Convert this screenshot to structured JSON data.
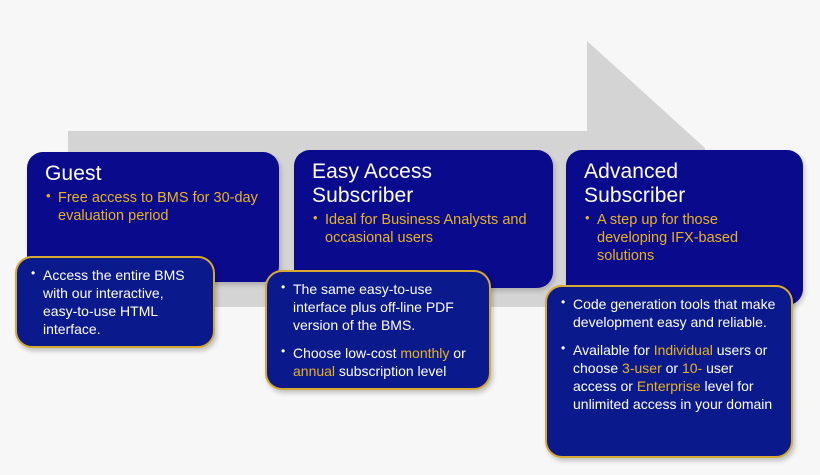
{
  "background": {
    "band_color": "#d4d4d4",
    "arrow_name": "progression-arrow"
  },
  "theme": {
    "card_fill": "#0a0a8c",
    "callout_fill": "#0a1a8c",
    "callout_border": "#d7a930",
    "title_color": "#ffffff",
    "accent_color": "#e6b325"
  },
  "tiers": [
    {
      "id": "guest",
      "title": "Guest",
      "bullets": [
        "Free access to BMS  for 30-day evaluation period"
      ],
      "callout": {
        "items": [
          [
            {
              "t": "Access the entire BMS with our interactive,  easy-to-use HTML interface.",
              "hl": false
            }
          ]
        ]
      }
    },
    {
      "id": "easy-access",
      "title": "Easy Access\nSubscriber",
      "bullets": [
        "Ideal for Business Analysts and occasional users"
      ],
      "callout": {
        "items": [
          [
            {
              "t": "The same easy-to-use interface plus off-line PDF version of the BMS.",
              "hl": false
            }
          ],
          [
            {
              "t": "Choose low-cost ",
              "hl": false
            },
            {
              "t": "monthly",
              "hl": true
            },
            {
              "t": " or ",
              "hl": false
            },
            {
              "t": "annual",
              "hl": true
            },
            {
              "t": " subscription level",
              "hl": false
            }
          ]
        ]
      }
    },
    {
      "id": "advanced",
      "title": "Advanced\nSubscriber",
      "bullets": [
        "A step up for those developing IFX-based solutions"
      ],
      "callout": {
        "items": [
          [
            {
              "t": "Code generation tools that make development easy and reliable.",
              "hl": false
            }
          ],
          [
            {
              "t": "Available for ",
              "hl": false
            },
            {
              "t": "Individual",
              "hl": true
            },
            {
              "t": " users or choose ",
              "hl": false
            },
            {
              "t": "3-user",
              "hl": true
            },
            {
              "t": " or ",
              "hl": false
            },
            {
              "t": "10-",
              "hl": true
            },
            {
              "t": " user access or ",
              "hl": false
            },
            {
              "t": "Enterprise",
              "hl": true
            },
            {
              "t": " level  for unlimited access in your domain",
              "hl": false
            }
          ]
        ]
      }
    }
  ]
}
